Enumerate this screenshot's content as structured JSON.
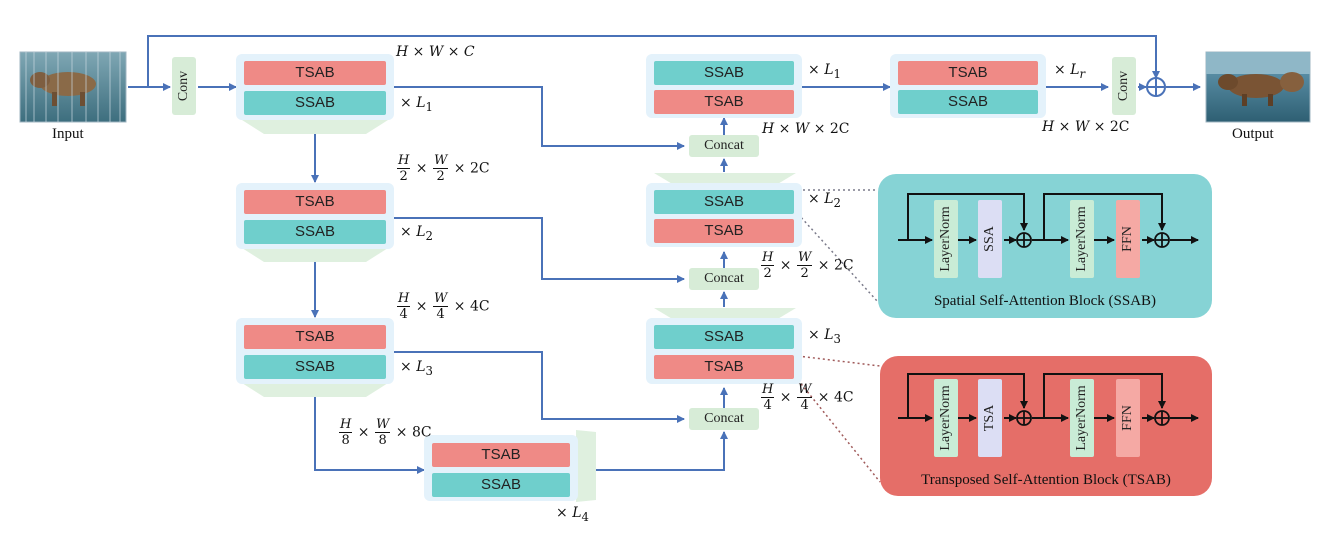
{
  "labels": {
    "input": "Input",
    "output": "Output",
    "conv": "Conv",
    "tsab": "TSAB",
    "ssab": "SSAB",
    "concat": "Concat"
  },
  "multipliers": {
    "L1": "1",
    "L2": "2",
    "L3": "3",
    "L4": "4",
    "Lr": "r"
  },
  "dims": {
    "c": "C",
    "two_c": "2C",
    "four_c": "4C",
    "eight_c": "8C",
    "two": "2",
    "four": "4",
    "eight": "8"
  },
  "ssab_panel": {
    "title": "Spatial Self-Attention Block (SSAB)",
    "norm1": "LayerNorm",
    "attn": "SSA",
    "norm2": "LayerNorm",
    "ffn": "FFN"
  },
  "tsab_panel": {
    "title": "Transposed Self-Attention Block (TSAB)",
    "norm1": "LayerNorm",
    "attn": "TSA",
    "norm2": "LayerNorm",
    "ffn": "FFN"
  },
  "colors": {
    "tsab": "#ef8a86",
    "ssab": "#6fcfcc",
    "arrow": "#4a72b8",
    "ssab_panel_bg": "#86d3d5",
    "tsab_panel_bg": "#e56e68"
  }
}
